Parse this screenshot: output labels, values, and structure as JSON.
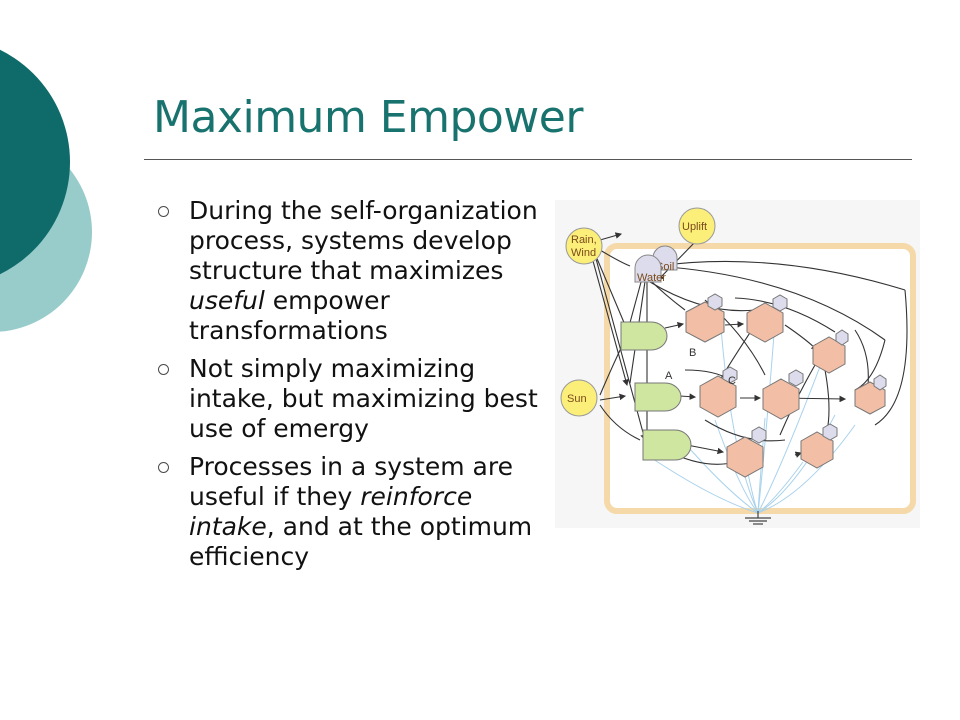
{
  "slide": {
    "title": "Maximum Empower",
    "accent_color": "#18726e",
    "bullets": [
      {
        "parts": [
          {
            "text": "During the self-organization process, systems develop structure that maximizes ",
            "italic": false
          },
          {
            "text": "useful",
            "italic": true
          },
          {
            "text": " empower transformations",
            "italic": false
          }
        ]
      },
      {
        "parts": [
          {
            "text": "Not simply maximizing intake, but maximizing best use of emergy",
            "italic": false
          }
        ]
      },
      {
        "parts": [
          {
            "text": "Processes in a system are useful if they ",
            "italic": false
          },
          {
            "text": "reinforce intake",
            "italic": true
          },
          {
            "text": ", and at the optimum efficiency",
            "italic": false
          }
        ]
      }
    ]
  },
  "diagram": {
    "sources": {
      "rain_wind": "Rain, Wind",
      "uplift": "Uplift",
      "sun": "Sun"
    },
    "storages": {
      "soil": "Soil",
      "water": "Water"
    },
    "node_labels": {
      "a": "A",
      "b": "B",
      "c": "C"
    },
    "colors": {
      "boundary": "#f5d9a8",
      "source_fill": "#fbef7a",
      "producer_fill": "#cfe6a0",
      "consumer_fill": "#f2bfa6",
      "storage_fill": "#dcdcec",
      "flow": "#333333",
      "heat_flow": "#a9d2ec"
    }
  }
}
